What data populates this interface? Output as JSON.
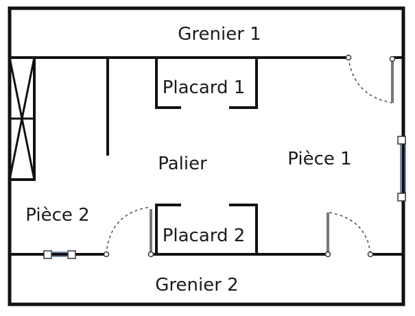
{
  "rooms": {
    "grenier_1": "Grenier 1",
    "placard_1": "Placard 1",
    "palier": "Palier",
    "piece_1": "Pièce 1",
    "piece_2": "Pièce 2",
    "placard_2": "Placard 2",
    "grenier_2": "Grenier 2"
  },
  "colors": {
    "wall": "#111111",
    "door_swing": "#555555",
    "window": "#6f8fb0",
    "background": "#ffffff"
  }
}
